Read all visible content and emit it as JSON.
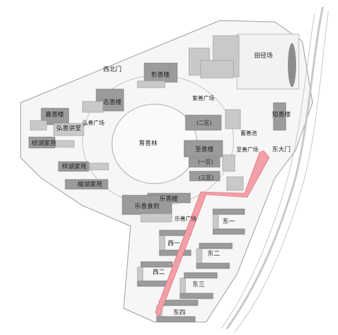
{
  "map": {
    "route_color": "#f2a0a8",
    "route_edge_color": "#e05a6a",
    "building_color": "#9b9b9b",
    "labels": {
      "xibeimen": "西北门",
      "zhangshanlou": "彰善楼",
      "tianjingchang": "田径场",
      "zhishanlou": "志善楼",
      "ziyuguangchang": "紫善广场",
      "jiashanlou": "嘉善楼",
      "hongshanguangchang": "弘善广场",
      "hongshanjiangtang": "弘善讲堂",
      "zhishanlou2": "知善楼",
      "erqu": "(二区)",
      "xushanchi": "蓄善池",
      "zhenhujiayuan": "桢湖家苑",
      "yushanlin": "育善林",
      "zhishanguangchang": "至善广场",
      "dongdamen": "东大门",
      "zhishanlou3": "至善楼",
      "yiqu": "(一区)",
      "zhenhujiayuan2": "梓湖家苑",
      "sanqu": "(三区)",
      "yuhujiayuan": "榆湖家苑",
      "leshanlou": "乐善楼",
      "leshanshifu": "乐善食府",
      "leshanguangchang": "乐善广场",
      "dongyi": "东一",
      "xiyi": "西一",
      "donger": "东二",
      "xier": "西二",
      "dongsan": "东三",
      "dongsi": "东四"
    }
  }
}
